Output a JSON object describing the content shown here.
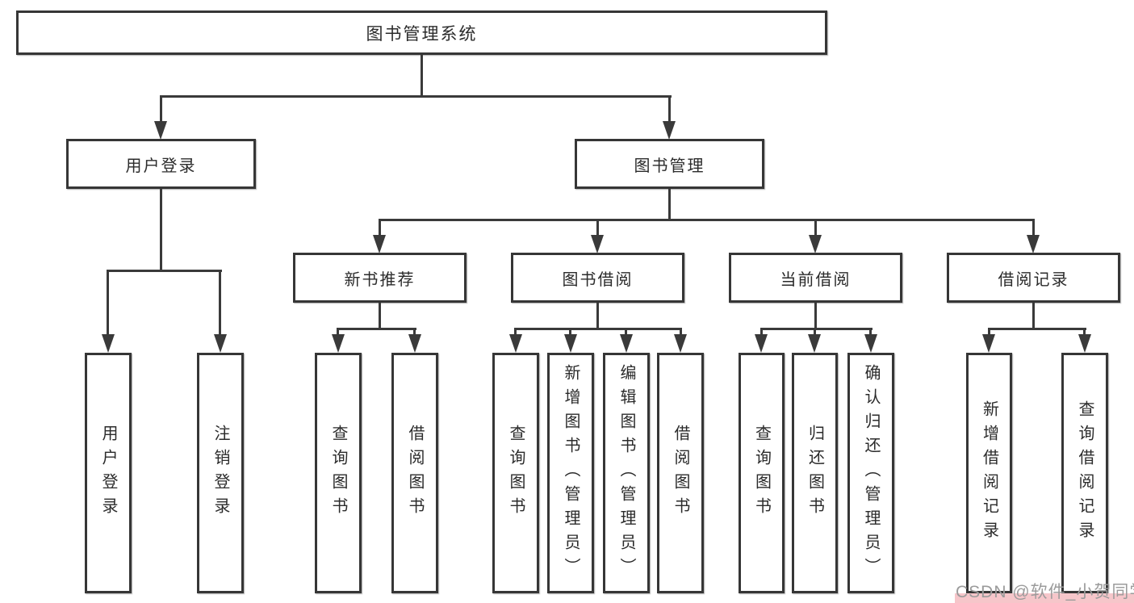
{
  "tree": {
    "root": {
      "label": "图书管理系统",
      "children": [
        {
          "label": "用户登录",
          "children": [
            {
              "label": "用户登录"
            },
            {
              "label": "注销登录"
            }
          ]
        },
        {
          "label": "图书管理",
          "children": [
            {
              "label": "新书推荐",
              "children": [
                {
                  "label": "查询图书"
                },
                {
                  "label": "借阅图书"
                }
              ]
            },
            {
              "label": "图书借阅",
              "children": [
                {
                  "label": "查询图书"
                },
                {
                  "label": "新增图书（管理员）"
                },
                {
                  "label": "编辑图书（管理员）"
                },
                {
                  "label": "借阅图书"
                }
              ]
            },
            {
              "label": "当前借阅",
              "children": [
                {
                  "label": "查询图书"
                },
                {
                  "label": "归还图书"
                },
                {
                  "label": "确认归还（管理员）"
                }
              ]
            },
            {
              "label": "借阅记录",
              "children": [
                {
                  "label": "新增借阅记录"
                },
                {
                  "label": "查询借阅记录"
                }
              ]
            }
          ]
        }
      ]
    }
  },
  "watermark": {
    "text": "CSDN @软件_小贺同学"
  },
  "colors": {
    "line": "#3a3a3a",
    "box_border": "#363636",
    "text": "#2b2b2b",
    "watermark_text": "#9b9b9b",
    "watermark_bar": "#f6c6ca",
    "background": "#ffffff"
  }
}
